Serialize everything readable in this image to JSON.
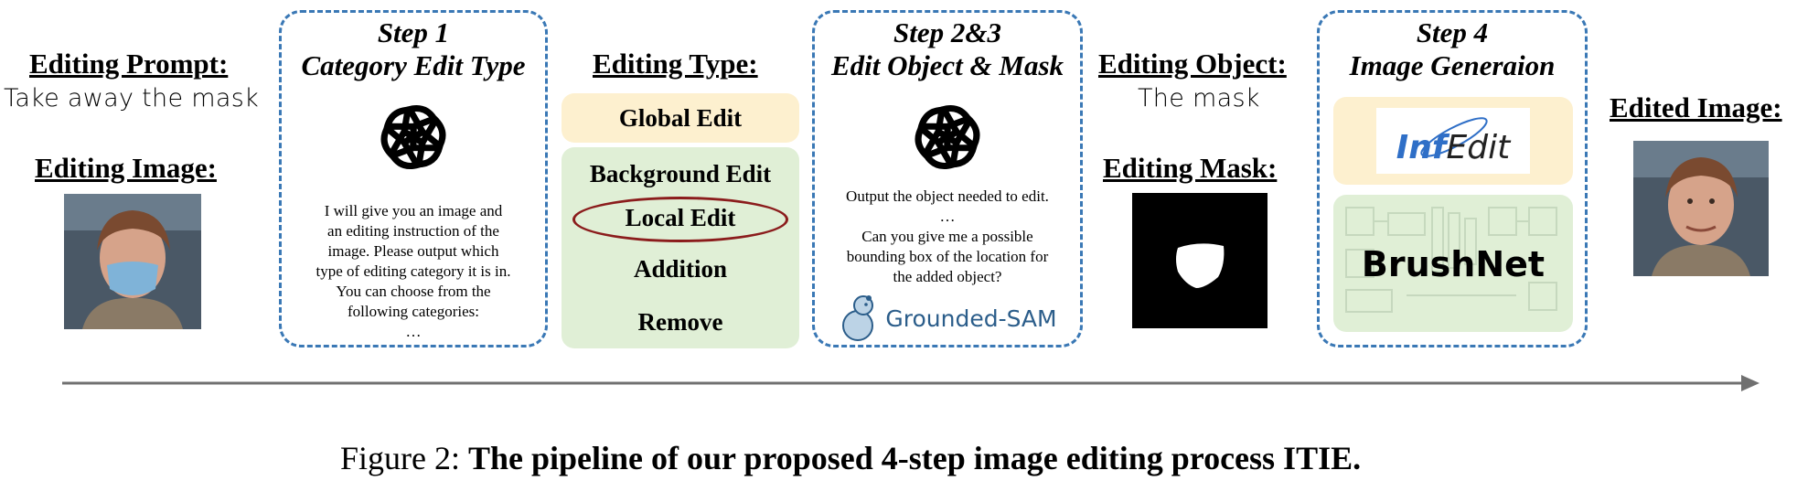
{
  "left": {
    "prompt_header": "Editing Prompt:",
    "prompt_text": "Take away the mask",
    "image_header": "Editing Image:"
  },
  "step1": {
    "title_line1": "Step 1",
    "title_line2": "Category Edit Type",
    "prompt_lines": [
      "I will give you an image and",
      "an editing instruction of the",
      "image. Please output which",
      "type of editing category it is in.",
      "You can choose from the",
      "following categories:",
      "…"
    ]
  },
  "types": {
    "header": "Editing Type:",
    "global": "Global Edit",
    "background": "Background Edit",
    "local": "Local Edit",
    "addition": "Addition",
    "remove": "Remove"
  },
  "step23": {
    "title_line1": "Step 2&3",
    "title_line2": "Edit Object & Mask",
    "prompt_lines": [
      "Output the object needed to edit.",
      "…",
      "Can you give me a possible",
      "bounding box of the location for",
      "the added object?"
    ],
    "tool_name": "Grounded-SAM"
  },
  "object": {
    "header": "Editing Object:",
    "text": "The mask",
    "mask_header": "Editing Mask:"
  },
  "step4": {
    "title_line1": "Step 4",
    "title_line2": "Image Generaion",
    "logo1_part1": "Inf",
    "logo1_part2": "Edit",
    "logo2": "BrushNet"
  },
  "result": {
    "header": "Edited Image:"
  },
  "caption": {
    "prefix": "Figure 2: ",
    "bold": "The pipeline of our proposed 4-step image editing process ITIE."
  },
  "colors": {
    "dashed_border": "#3a78b5",
    "global_pill": "#fdf0cf",
    "local_group": "#e0efd6",
    "ellipse": "#8b1c1c",
    "arrow": "#707070",
    "infedit_blue": "#2f6fc7"
  },
  "icons": {
    "step1": "openai-icon",
    "step23": "openai-icon",
    "grounded_sam": "bear-icon"
  }
}
